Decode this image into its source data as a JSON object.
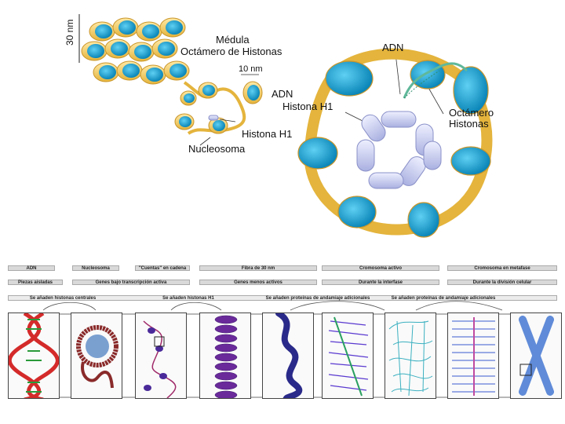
{
  "top": {
    "label_30nm": "30 nm",
    "label_medula": "Médula",
    "label_octamero_histonas": "Octámero de Histonas",
    "label_10nm": "10 nm",
    "label_adn_left": "ADN",
    "label_histona_h1_a": "Histona H1",
    "label_histona_h1_b": "Histona H1",
    "label_nucleosoma": "Nucleosoma",
    "label_adn_right": "ADN",
    "label_octamero": "Octámero",
    "label_histonas": "Histonas"
  },
  "bottom": {
    "row1": [
      "ADN",
      "Nucleosoma",
      "\"Cuentas\" en cadena",
      "Fibra de 30 nm",
      "Cromosoma activo",
      "Cromosoma en metafase"
    ],
    "row2": [
      "Piezas aisladas",
      "Genes bajo transcripción activa",
      "Genes menos activos",
      "Durante la interfase",
      "Durante la división celular"
    ],
    "row3": [
      "Se añaden histonas centrales",
      "Se añaden histonas H1",
      "Se añaden proteínas de andamiaje adicionales",
      "Se añaden proteínas de andamiaje adicionales"
    ]
  },
  "colors": {
    "histone_blue": "#1ea3d6",
    "dna_gold": "#f2c94c",
    "h1_lavender": "#c8cdf0"
  }
}
